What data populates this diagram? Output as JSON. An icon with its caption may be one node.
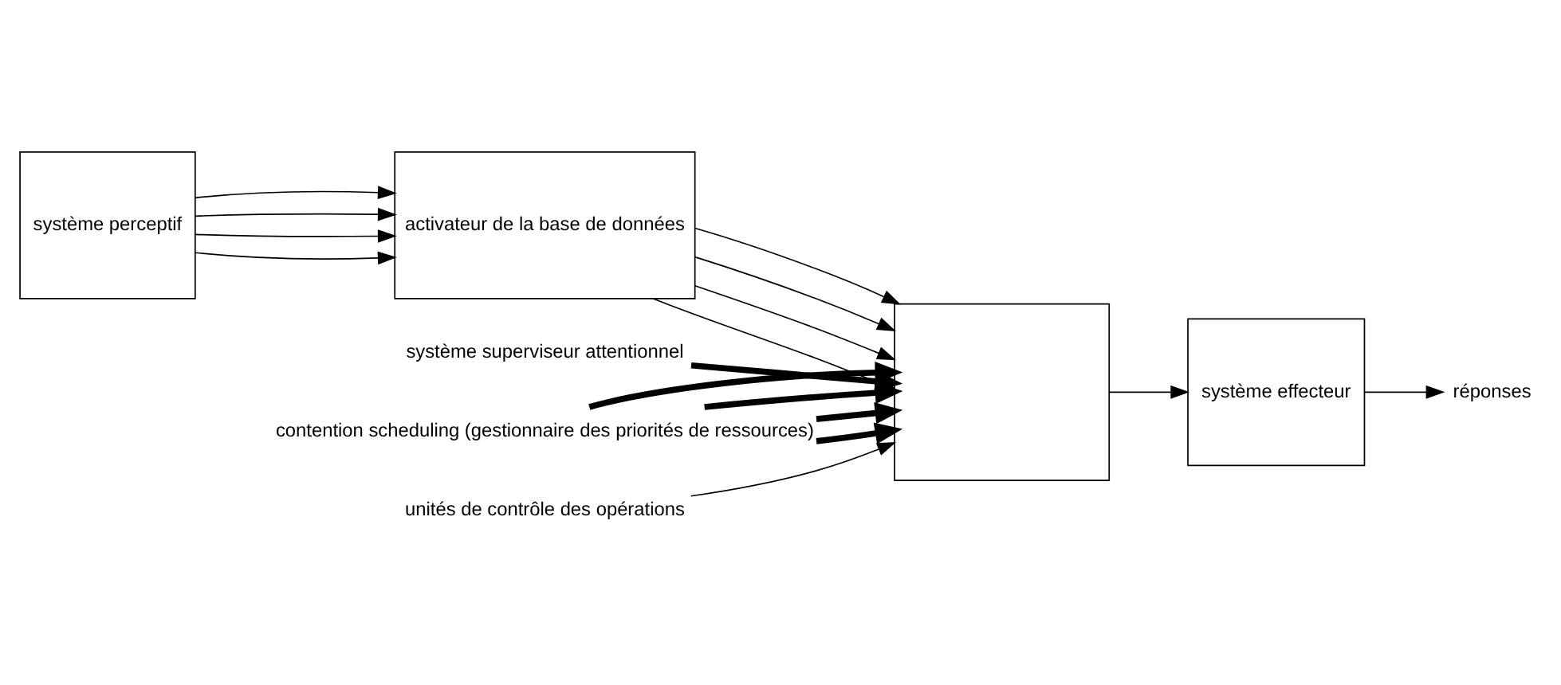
{
  "diagram": {
    "nodes": [
      {
        "text": [
          "système perceptif"
        ]
      },
      {
        "text": [
          "activateur de la base de données"
        ]
      },
      {
        "text": [
          "système superviseur attentionnel"
        ]
      },
      {
        "text": [],
        "shape": "box"
      },
      {
        "text": [
          "contention scheduling (gestionnaire des priorités de ressources)"
        ]
      },
      {
        "text": [
          "unités de contrôle des opérations"
        ]
      },
      {
        "text": [
          "système effecteur"
        ]
      },
      {
        "text": [
          "réponses"
        ]
      }
    ],
    "edges": [
      {
        "from": 0,
        "to": 1,
        "arrow": "to"
      },
      {
        "from": 0,
        "to": 1,
        "arrow": "to"
      },
      {
        "from": 0,
        "to": 1,
        "arrow": "to"
      },
      {
        "from": 0,
        "to": 1,
        "arrow": "to"
      },
      {
        "from": 1,
        "to": 3,
        "arrow": "to"
      },
      {
        "from": 1,
        "to": 3,
        "arrow": "to"
      },
      {
        "from": 1,
        "to": 3,
        "arrow": "to"
      },
      {
        "from": 1,
        "to": 3,
        "arrow": "to"
      },
      {
        "from": 2,
        "to": 3,
        "arrow": "to",
        "style": "thick"
      },
      {
        "from": 4,
        "to": 3,
        "arrow": "to",
        "style": "thick"
      },
      {
        "from": 4,
        "to": 3,
        "arrow": "to",
        "style": "thick"
      },
      {
        "from": 4,
        "to": 3,
        "arrow": "to",
        "style": "thick"
      },
      {
        "from": 4,
        "to": 3,
        "arrow": "to",
        "style": "thick"
      },
      {
        "from": 5,
        "to": 3,
        "arrow": "to"
      },
      {
        "from": 3,
        "to": 6,
        "arrow": "to"
      },
      {
        "from": 6,
        "to": 7,
        "arrow": "to"
      }
    ]
  }
}
